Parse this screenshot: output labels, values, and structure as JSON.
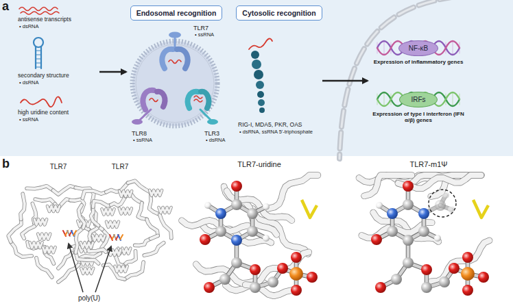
{
  "diagram": {
    "nodes": [
      {
        "text": [
          "Endosomal recognition"
        ]
      },
      {
        "text": [
          "Cytosolic recognition"
        ]
      },
      {
        "text": [
          "NF-κB"
        ]
      },
      {
        "text": [
          "IRFs"
        ]
      }
    ],
    "labels": [
      "a",
      "antisense transcripts",
      "• dsRNA",
      "secondary structure",
      "• dsRNA",
      "high uridine content",
      "• ssRNA",
      "TLR7",
      "• ssRNA",
      "TLR8",
      "• ssRNA",
      "TLR3",
      "• dsRNA",
      "RIG-I, MDA5, PKR, OAS",
      "• dsRNA, ssRNA 5'-triphosphate",
      "Expression of inflammatory genes",
      "Expression of type I interferon (IFN α/β) genes",
      "b",
      "TLR7",
      "TLR7",
      "poly(U)",
      "TLR7-uridine",
      "TLR7-m1Ψ"
    ]
  }
}
